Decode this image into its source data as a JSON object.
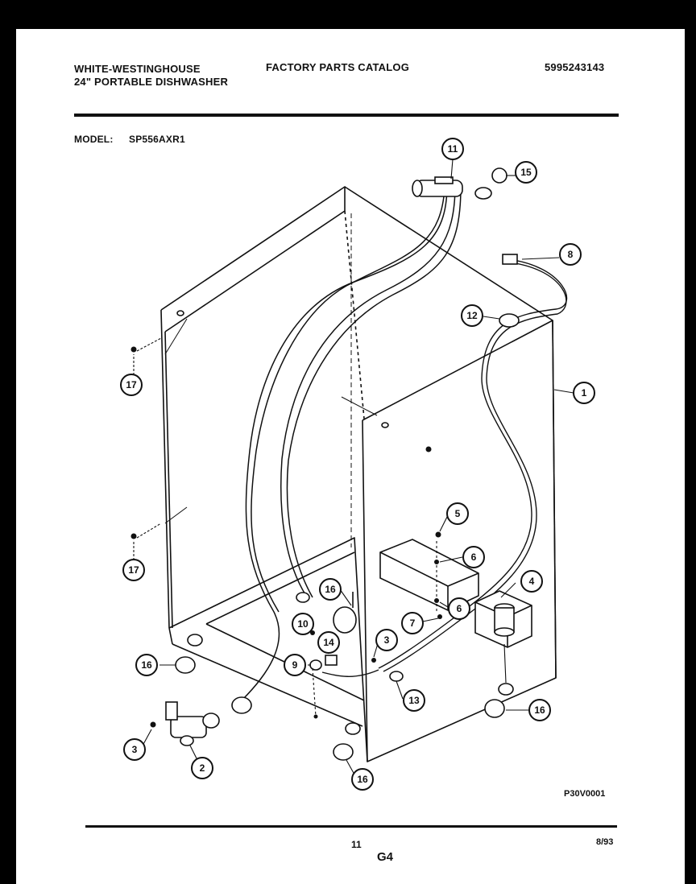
{
  "header": {
    "brand": "WHITE-WESTINGHOUSE",
    "product": "24\" PORTABLE DISHWASHER",
    "catalog_title": "FACTORY PARTS CATALOG",
    "catalog_number": "5995243143",
    "model_label": "MODEL:",
    "model_value": "SP556AXR1"
  },
  "diagram": {
    "drawing_code": "P30V0001",
    "callouts": [
      "11",
      "15",
      "8",
      "12",
      "1",
      "17",
      "17",
      "5",
      "6",
      "4",
      "6",
      "7",
      "16",
      "10",
      "3",
      "14",
      "9",
      "13",
      "16",
      "16",
      "3",
      "2",
      "16"
    ]
  },
  "footer": {
    "page_number": "11",
    "section": "G4",
    "date": "8/93"
  }
}
